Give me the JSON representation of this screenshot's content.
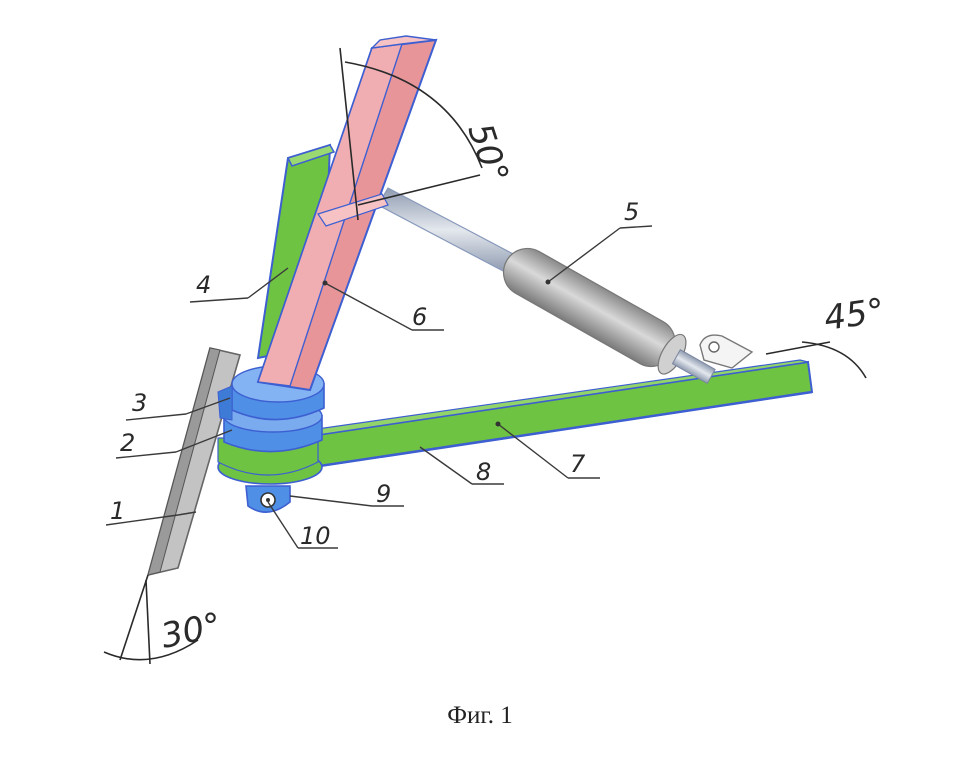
{
  "caption": "Фиг. 1",
  "angles": {
    "top": "50°",
    "right": "45°",
    "bottom": "30°"
  },
  "labels": {
    "p1": "1",
    "p2": "2",
    "p3": "3",
    "p4": "4",
    "p5": "5",
    "p6": "6",
    "p7": "7",
    "p8": "8",
    "p9": "9",
    "p10": "10"
  },
  "colors": {
    "green": "#6fc342",
    "pink": "#e8959a",
    "blue": "#4f8fe6",
    "grey": "#b9b9b9",
    "outline": "#3d5fd1"
  }
}
